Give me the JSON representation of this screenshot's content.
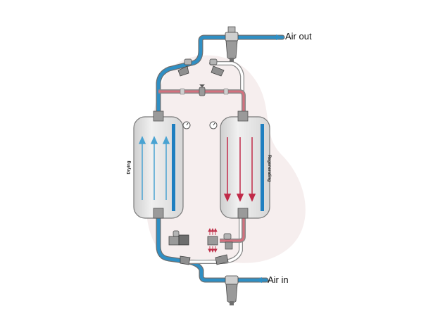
{
  "labels": {
    "air_out": "Air out",
    "air_in": "Air in",
    "left_vessel": "Drying",
    "right_vessel": "Regenerating"
  },
  "colors": {
    "process_air": "#2f8fc4",
    "pipe_outline": "#6e6e6e",
    "regeneration_air": "#c0304a",
    "background_blob": "#f6eeee",
    "vessel_fill": "#e6e6e6",
    "vessel_stripe": "#1f7fc0",
    "drying_arrow": "#4aa3d2",
    "regenerating_arrow": "#c02a48"
  },
  "icons": {
    "pressure_gauge": "gauge-icon",
    "outlet_filter": "filter-icon",
    "inlet_filter": "filter-icon",
    "valves": "valve-icon",
    "silencer": "silencer-icon"
  }
}
